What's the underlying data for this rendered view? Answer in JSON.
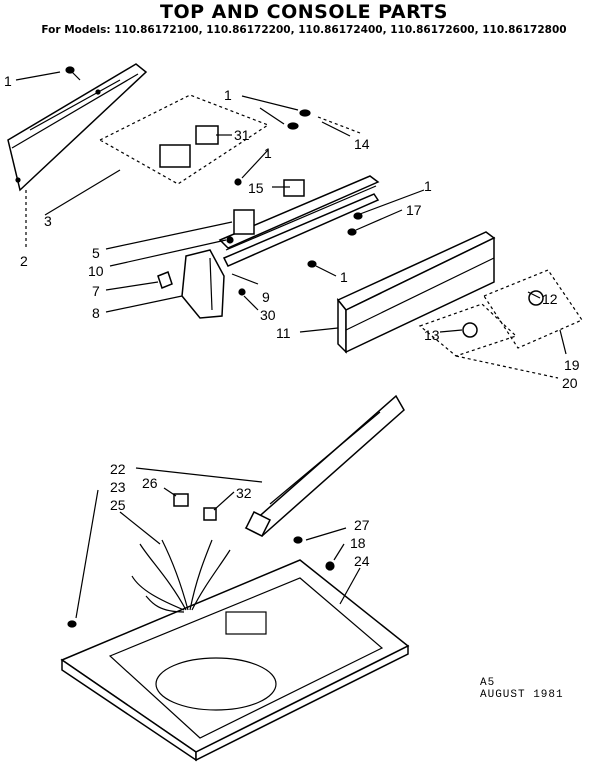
{
  "title": "TOP AND CONSOLE PARTS",
  "subtitle": "For Models: 110.86172100, 110.86172200, 110.86172400, 110.86172600, 110.86172800",
  "callouts": {
    "c1a": "1",
    "c1b": "1",
    "c1c": "1",
    "c1d": "1",
    "c1e": "1",
    "c2": "2",
    "c3": "3",
    "c5": "5",
    "c7": "7",
    "c8": "8",
    "c9": "9",
    "c10": "10",
    "c11": "11",
    "c12": "12",
    "c13": "13",
    "c14": "14",
    "c15": "15",
    "c17": "17",
    "c18": "18",
    "c19": "19",
    "c20": "20",
    "c22": "22",
    "c23": "23",
    "c24": "24",
    "c25": "25",
    "c26": "26",
    "c27": "27",
    "c30": "30",
    "c31": "31",
    "c32": "32"
  },
  "stamp": {
    "line1": "A5",
    "line2": "AUGUST 1981"
  }
}
